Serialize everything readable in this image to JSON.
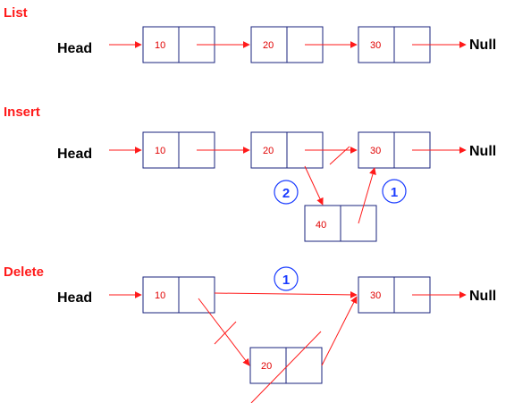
{
  "sections": {
    "list": {
      "title": "List"
    },
    "insert": {
      "title": "Insert"
    },
    "delete": {
      "title": "Delete"
    }
  },
  "labels": {
    "head": "Head",
    "null": "Null"
  },
  "list_nodes": [
    "10",
    "20",
    "30"
  ],
  "insert_nodes": [
    "10",
    "20",
    "30",
    "40"
  ],
  "delete_nodes": [
    "10",
    "30",
    "20"
  ],
  "insert_steps": [
    "2",
    "1"
  ],
  "delete_steps": [
    "1"
  ],
  "colors": {
    "title": "#ff1a1a",
    "arrow": "#ff1a1a",
    "value": "#e00000",
    "box": "#1a237e",
    "step": "#1a3cff"
  }
}
